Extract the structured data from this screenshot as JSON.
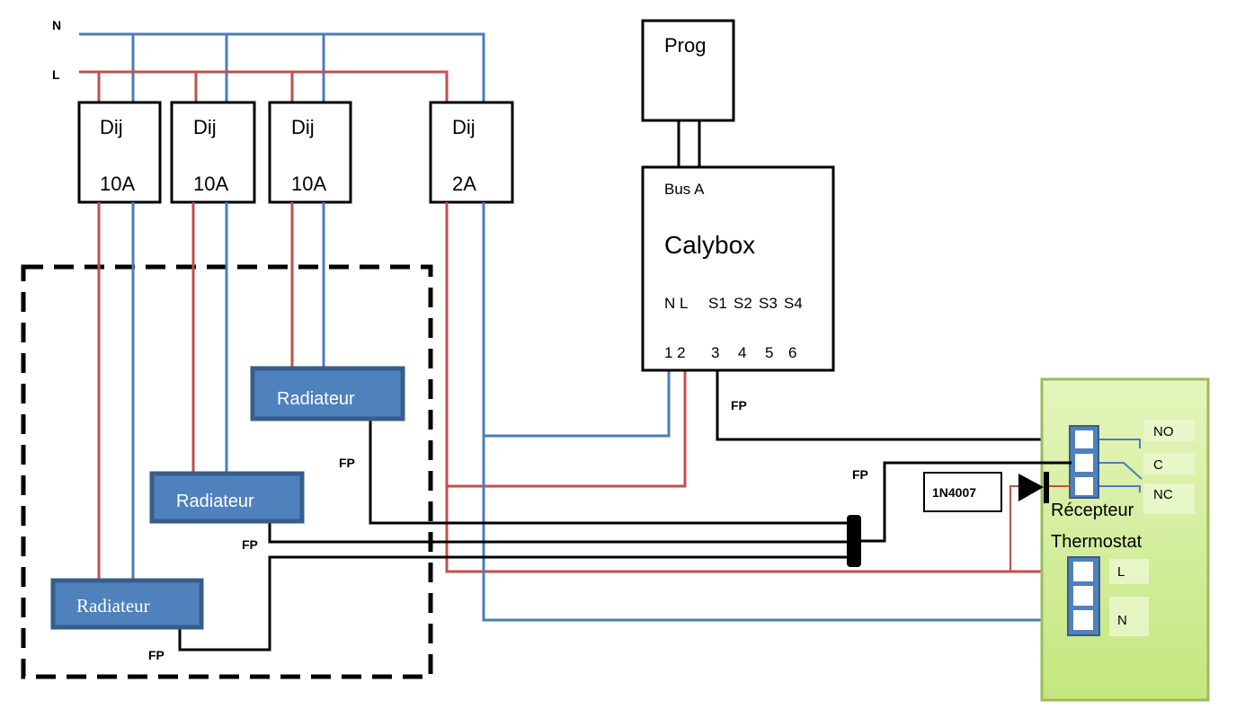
{
  "lines": {
    "neutral": "N",
    "live": "L"
  },
  "breakers": [
    {
      "name": "Dij",
      "rating": "10A"
    },
    {
      "name": "Dij",
      "rating": "10A"
    },
    {
      "name": "Dij",
      "rating": "10A"
    },
    {
      "name": "Dij",
      "rating": "2A"
    }
  ],
  "prog": {
    "label": "Prog"
  },
  "calybox": {
    "bus": "Bus A",
    "title": "Calybox",
    "ports": [
      "N L",
      "S1",
      "S2",
      "S3",
      "S4"
    ],
    "terminals": [
      "1 2",
      "3",
      "4",
      "5",
      "6"
    ]
  },
  "radiators": [
    {
      "label": "Radiateur"
    },
    {
      "label": "Radiateur"
    },
    {
      "label": "Radiateur"
    }
  ],
  "fp_label": "FP",
  "diode": {
    "label": "1N4007"
  },
  "receiver": {
    "title_line1": "Récepteur",
    "title_line2": "Thermostat",
    "relay_terminals": [
      "NO",
      "C",
      "NC"
    ],
    "power_terminals": [
      "L",
      "N"
    ]
  },
  "colors": {
    "neutral_wire": "#4a7ebb",
    "live_wire": "#c0504d",
    "pilot_wire": "#000000",
    "radiator_fill": "#4f81bd",
    "radiator_border": "#385d8a",
    "receiver_fill": "#d7f0a3",
    "receiver_border": "#9bbb59"
  }
}
